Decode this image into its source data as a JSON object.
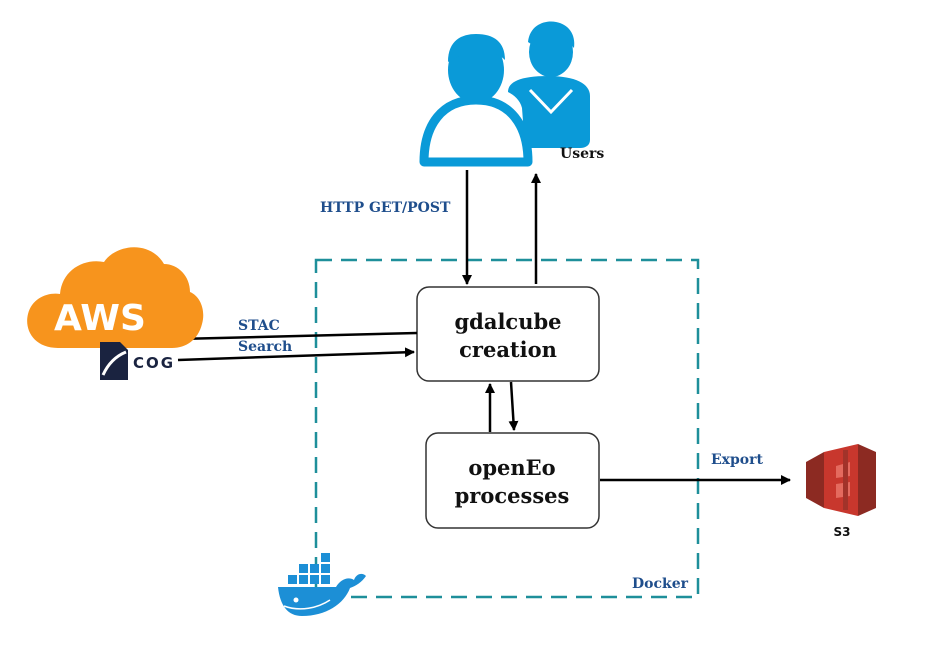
{
  "labels": {
    "users": "Users",
    "http": "HTTP GET/POST",
    "stac": "STAC",
    "search": "Search",
    "export": "Export",
    "docker": "Docker",
    "s3": "S3",
    "aws": "AWS",
    "cog": "COG"
  },
  "boxes": {
    "gdalcube_line1": "gdalcube",
    "gdalcube_line2": "creation",
    "openeo_line1": "openEo",
    "openeo_line2": "processes"
  },
  "colors": {
    "users_icon": "#0a9ad8",
    "docker_border": "#1e8f9a",
    "aws_orange": "#f7941d",
    "s3_red": "#c8372d",
    "label_blue": "#1f4e8c",
    "docker_whale": "#1c8fd6"
  }
}
